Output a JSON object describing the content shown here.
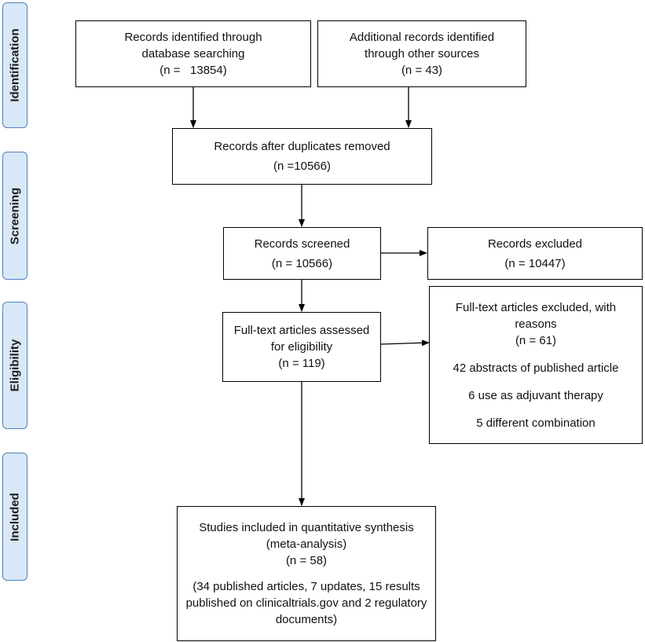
{
  "phases": {
    "identification": "Identification",
    "screening": "Screening",
    "eligibility": "Eligibility",
    "included": "Included"
  },
  "boxes": {
    "database": {
      "lines": [
        "Records identified through",
        "database searching",
        "(n =   13854)"
      ]
    },
    "other_sources": {
      "lines": [
        "Additional records identified",
        "through other sources",
        "(n = 43)"
      ]
    },
    "duplicates_removed": {
      "lines": [
        "Records after duplicates removed",
        "(n =10566)"
      ]
    },
    "screened": {
      "lines": [
        "Records screened",
        "(n = 10566)"
      ]
    },
    "excluded": {
      "lines": [
        "Records excluded",
        "(n = 10447)"
      ]
    },
    "fulltext_assessed": {
      "lines": [
        "Full-text articles assessed",
        "for eligibility",
        "(n = 119)"
      ]
    },
    "fulltext_excluded": {
      "header": [
        "Full-text articles excluded, with",
        "reasons",
        "(n = 61)"
      ],
      "reasons": [
        "42 abstracts of published article",
        "6 use as adjuvant therapy",
        "5 different combination"
      ]
    },
    "included": {
      "header": [
        "Studies included in quantitative synthesis",
        "(meta-analysis)",
        "(n = 58)"
      ],
      "details": [
        "(34 published articles, 7 updates, 15 results",
        "published on clinicaltrials.gov and 2 regulatory",
        "documents)"
      ]
    }
  }
}
